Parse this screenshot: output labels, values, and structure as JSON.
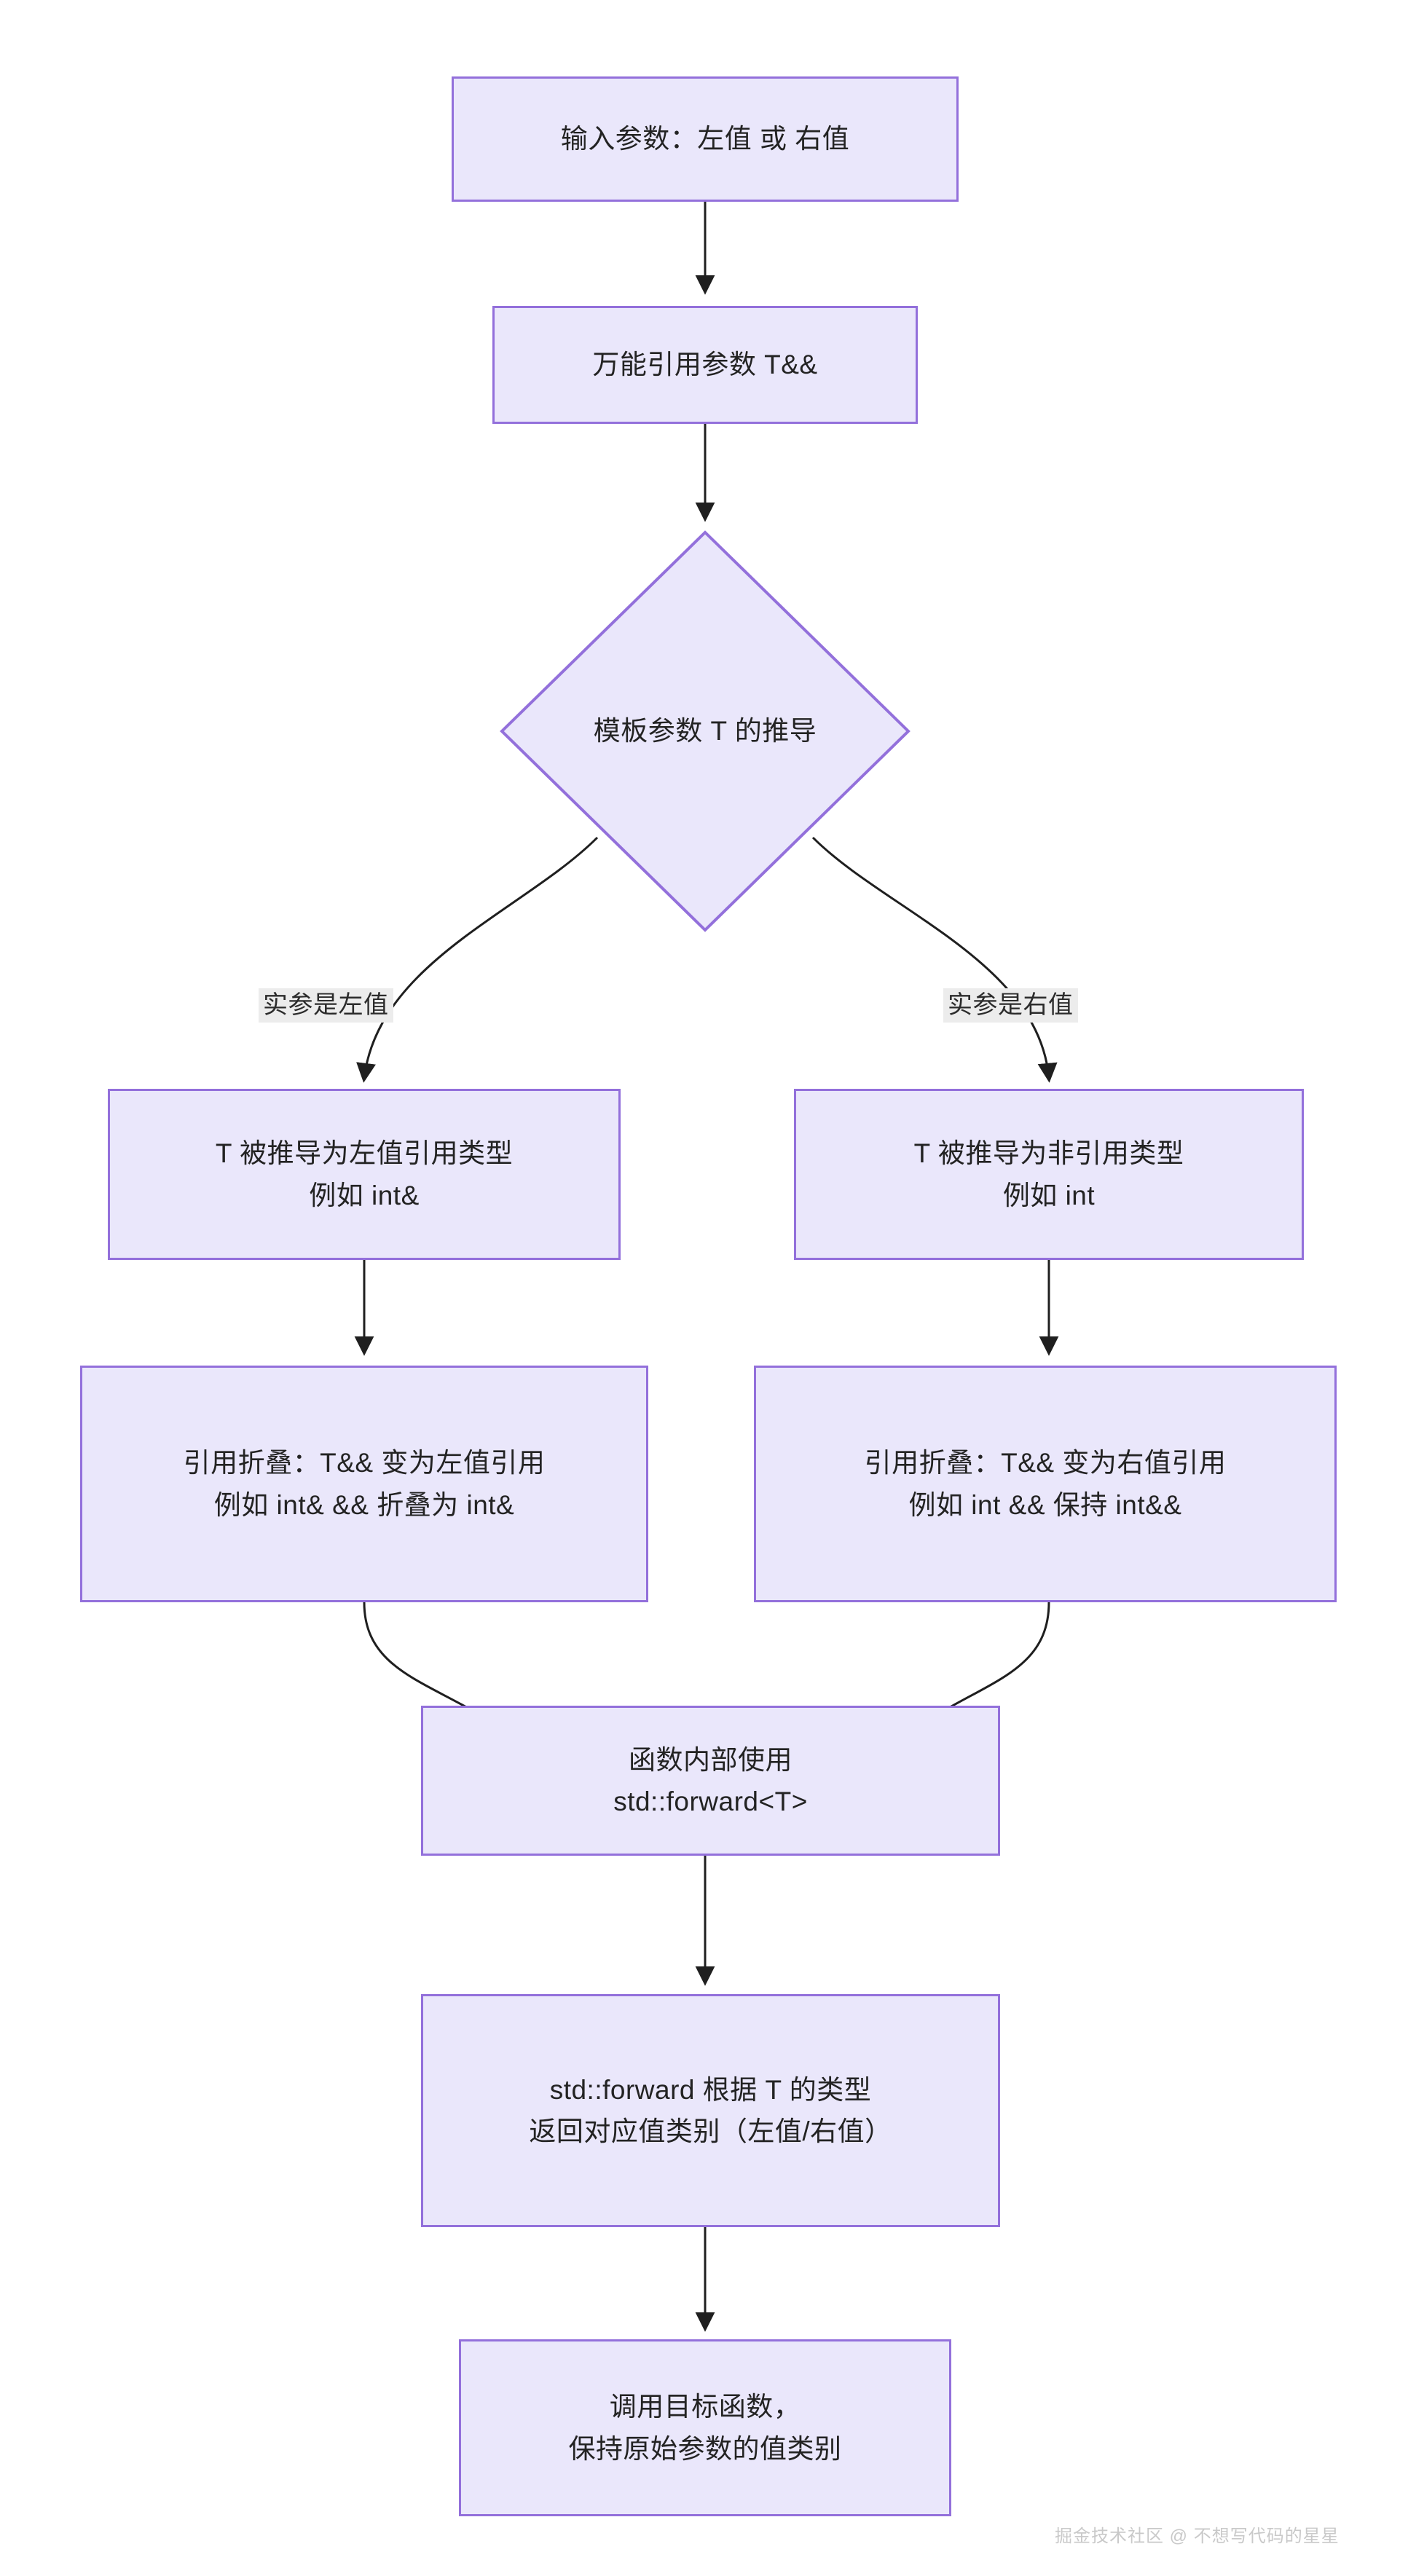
{
  "diagram": {
    "type": "flowchart",
    "orientation": "top-down",
    "theme": {
      "node_fill": "#eae7fb",
      "node_border": "#9370db",
      "edge_color": "#1f1f1f",
      "text_color": "#232323",
      "edge_label_bg": "#ececec",
      "background": "#ffffff"
    },
    "nodes": [
      {
        "id": "input",
        "shape": "rect",
        "label": "输入参数：左值 或 右值"
      },
      {
        "id": "forwarding-ref",
        "shape": "rect",
        "label": "万能引用参数 T&&"
      },
      {
        "id": "deduction",
        "shape": "diamond",
        "label": "模板参数 T 的推导"
      },
      {
        "id": "lvalue-deduce",
        "shape": "rect",
        "label": "T 被推导为左值引用类型\n例如 int&"
      },
      {
        "id": "rvalue-deduce",
        "shape": "rect",
        "label": "T 被推导为非引用类型\n例如 int"
      },
      {
        "id": "lvalue-collapse",
        "shape": "rect",
        "label": "引用折叠：T&& 变为左值引用\n例如 int& && 折叠为 int&"
      },
      {
        "id": "rvalue-collapse",
        "shape": "rect",
        "label": "引用折叠：T&& 变为右值引用\n例如 int && 保持 int&&"
      },
      {
        "id": "use-forward",
        "shape": "rect",
        "label": "函数内部使用\nstd::forward<T>"
      },
      {
        "id": "forward-returns",
        "shape": "rect",
        "label": "std::forward 根据 T 的类型\n返回对应值类别（左值/右值）"
      },
      {
        "id": "call-target",
        "shape": "rect",
        "label": "调用目标函数，\n保持原始参数的值类别"
      }
    ],
    "edges": [
      {
        "from": "input",
        "to": "forwarding-ref",
        "label": ""
      },
      {
        "from": "forwarding-ref",
        "to": "deduction",
        "label": ""
      },
      {
        "from": "deduction",
        "to": "lvalue-deduce",
        "label": "实参是左值"
      },
      {
        "from": "deduction",
        "to": "rvalue-deduce",
        "label": "实参是右值"
      },
      {
        "from": "lvalue-deduce",
        "to": "lvalue-collapse",
        "label": ""
      },
      {
        "from": "rvalue-deduce",
        "to": "rvalue-collapse",
        "label": ""
      },
      {
        "from": "lvalue-collapse",
        "to": "use-forward",
        "label": ""
      },
      {
        "from": "rvalue-collapse",
        "to": "use-forward",
        "label": ""
      },
      {
        "from": "use-forward",
        "to": "forward-returns",
        "label": ""
      },
      {
        "from": "forward-returns",
        "to": "call-target",
        "label": ""
      }
    ]
  },
  "watermark": {
    "text": "掘金技术社区 @ 不想写代码的星星"
  }
}
